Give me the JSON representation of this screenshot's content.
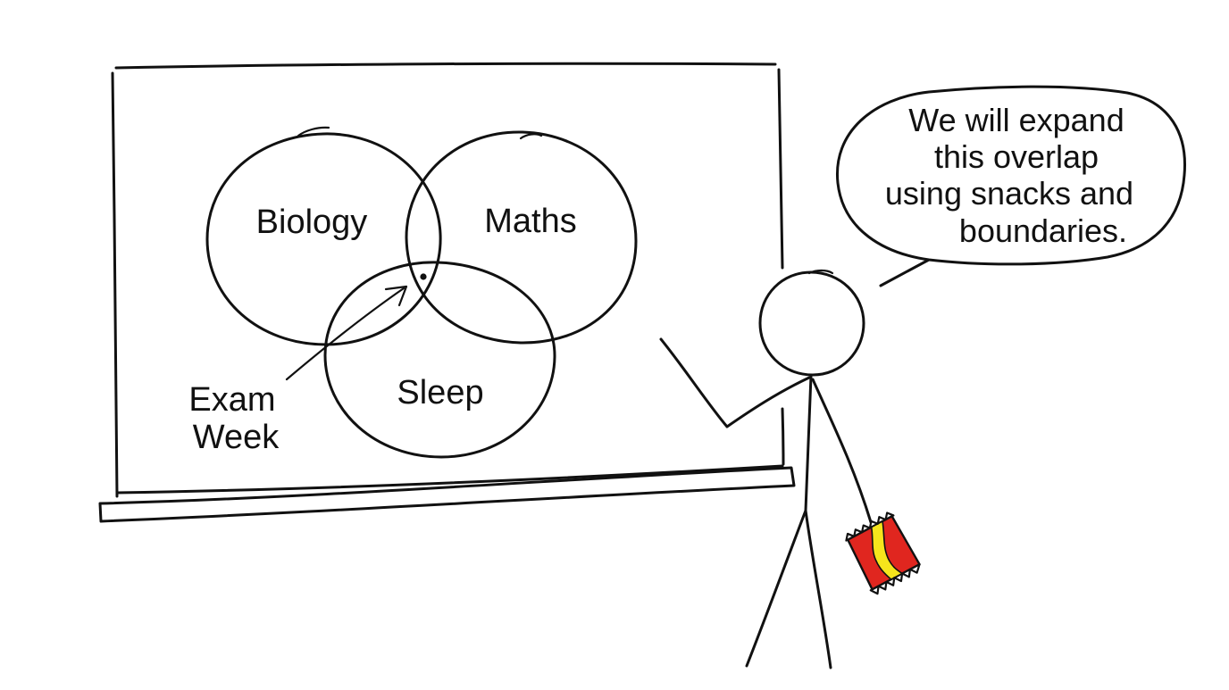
{
  "venn": {
    "circles": {
      "biology": "Biology",
      "maths": "Maths",
      "sleep": "Sleep"
    },
    "annotation": {
      "line1": "Exam",
      "line2": "Week"
    }
  },
  "speech_bubble": {
    "lines": [
      "We will expand",
      "this overlap",
      "using snacks and",
      "boundaries."
    ]
  },
  "colors": {
    "ink": "#111111",
    "snack_red": "#e0261f",
    "snack_yellow": "#f6e51c"
  }
}
